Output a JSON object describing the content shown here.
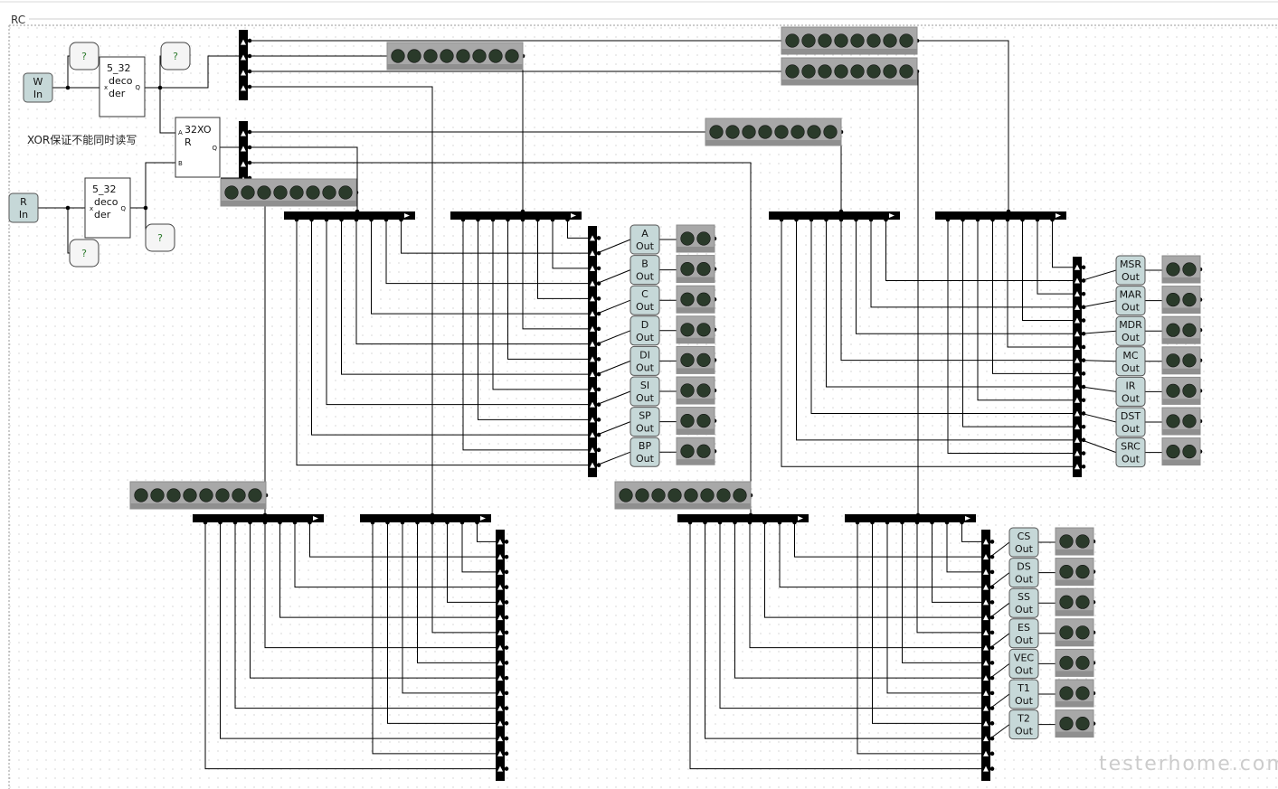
{
  "frame": {
    "title": "RC"
  },
  "annotation": "XOR保证不能同时读写",
  "inputs": [
    {
      "id": "w-in",
      "label": [
        "W",
        "In"
      ]
    },
    {
      "id": "r-in",
      "label": [
        "R",
        "In"
      ]
    }
  ],
  "probe_label": "?",
  "decoder_label": [
    "5_32",
    "deco",
    "der"
  ],
  "decoder_pins": {
    "in": "x",
    "out": "Q"
  },
  "xor_label": [
    "32XO",
    "R"
  ],
  "xor_pins": {
    "a": "A",
    "b": "B",
    "q": "Q"
  },
  "register_groups": [
    {
      "id": "general",
      "registers": [
        [
          "A",
          "Out"
        ],
        [
          "B",
          "Out"
        ],
        [
          "C",
          "Out"
        ],
        [
          "D",
          "Out"
        ],
        [
          "DI",
          "Out"
        ],
        [
          "SI",
          "Out"
        ],
        [
          "SP",
          "Out"
        ],
        [
          "BP",
          "Out"
        ]
      ]
    },
    {
      "id": "memory",
      "registers": [
        [
          "MSR",
          "Out"
        ],
        [
          "MAR",
          "Out"
        ],
        [
          "MDR",
          "Out"
        ],
        [
          "MC",
          "Out"
        ],
        [
          "IR",
          "Out"
        ],
        [
          "DST",
          "Out"
        ],
        [
          "SRC",
          "Out"
        ]
      ]
    },
    {
      "id": "segment",
      "registers": [
        [
          "CS",
          "Out"
        ],
        [
          "DS",
          "Out"
        ],
        [
          "SS",
          "Out"
        ],
        [
          "ES",
          "Out"
        ],
        [
          "VEC",
          "Out"
        ],
        [
          "T1",
          "Out"
        ],
        [
          "T2",
          "Out"
        ]
      ]
    }
  ],
  "watermark": "testerhome.com",
  "colors": {
    "wire": "#000000",
    "led_bg": "#a8a8a8",
    "led": "#2a3a2a",
    "pin_box": "#c6d8d8",
    "grid_dot": "#b0b0b0"
  }
}
